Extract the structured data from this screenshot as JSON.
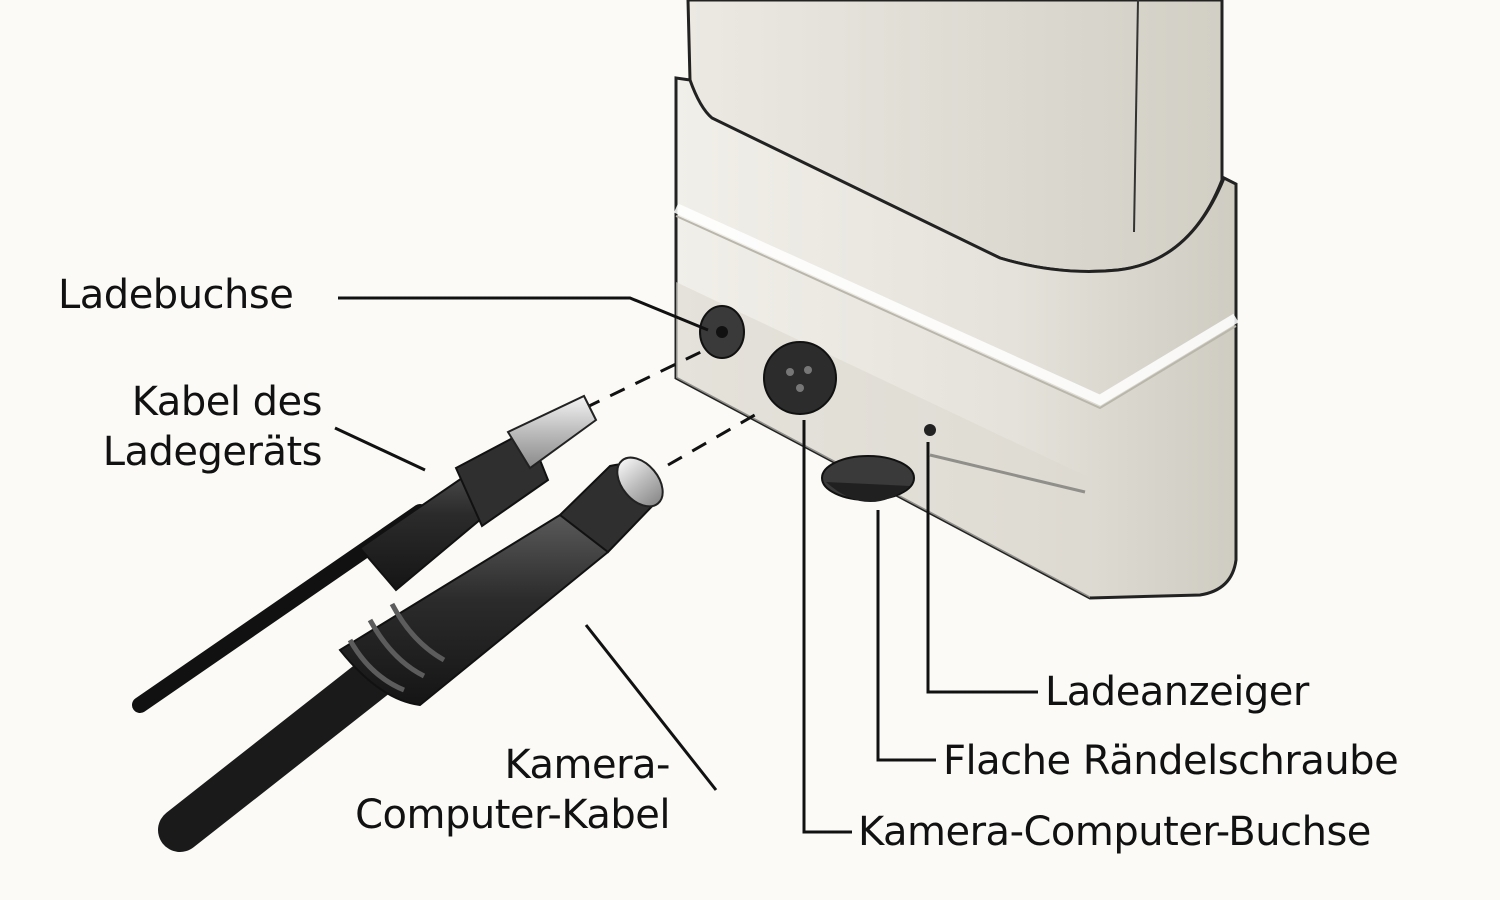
{
  "labels": {
    "charging_socket": "Ladebuchse",
    "charger_cable": [
      "Kabel des",
      "Ladegeräts"
    ],
    "camera_computer_cable": [
      "Kamera-",
      "Computer-Kabel"
    ],
    "charge_indicator": "Ladeanzeiger",
    "knurled_screw": "Flache Rändelschraube",
    "camera_computer_socket": "Kamera-Computer-Buchse"
  },
  "colors": {
    "background": "#fbfaf6",
    "device_body": "#e6e4dc",
    "plug": "#2a2a2a",
    "line": "#111111"
  }
}
